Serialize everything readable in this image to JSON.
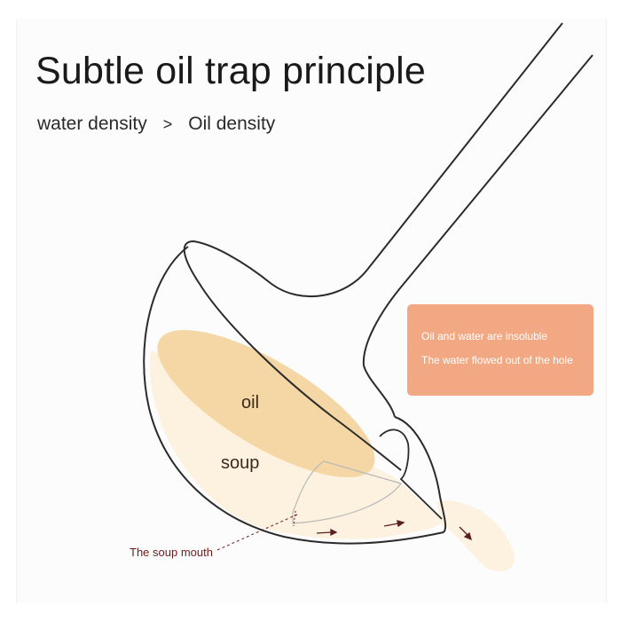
{
  "header": {
    "title": "Subtle oil trap principle",
    "comparison_left": "water density",
    "comparison_symbol": ">",
    "comparison_right": "Oil density"
  },
  "info_box": {
    "line1": "Oil and water are insoluble",
    "line2": "The water flowed out of the hole",
    "color": "#f2a983"
  },
  "labels": {
    "oil": "oil",
    "soup": "soup",
    "soup_mouth": "The soup mouth"
  },
  "colors": {
    "oil_fill": "#f4d7a4",
    "soup_fill": "#fdf1df",
    "outline": "#2b2b2b",
    "arrow": "#5a1f1f"
  }
}
